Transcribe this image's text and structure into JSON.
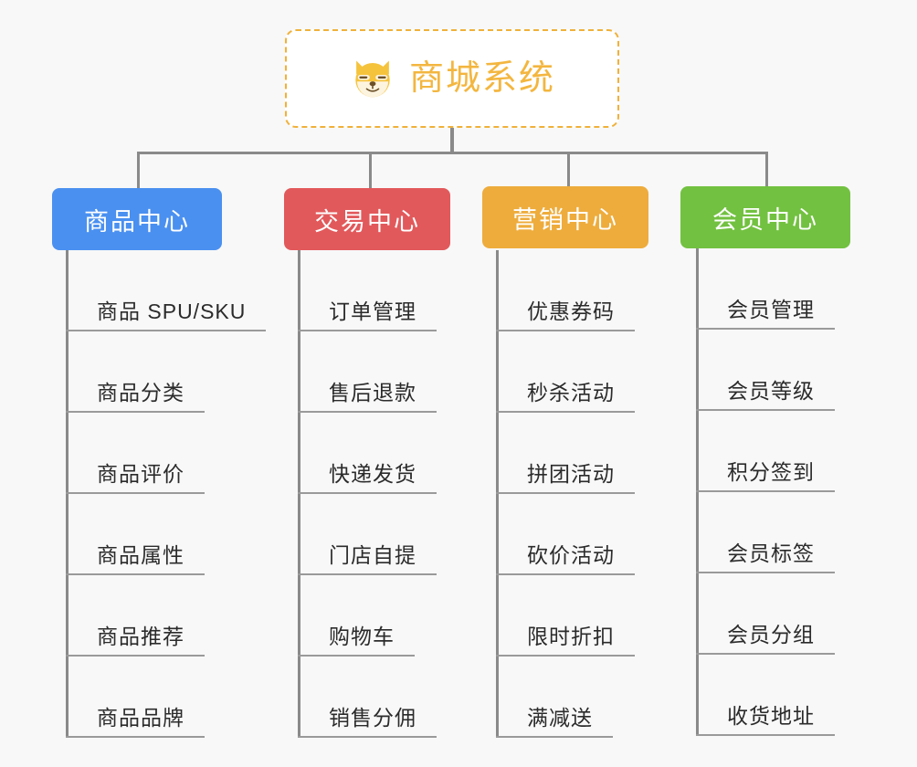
{
  "canvas": {
    "background": "#f8f8f8",
    "line_color": "#8a8a8a",
    "leaf_rule_color": "#9a9a9a"
  },
  "root": {
    "title": "商城系统",
    "icon": "shiba-dog-icon",
    "text_color": "#f3b63f",
    "border_color": "#f0b13a",
    "fill": "#ffffff"
  },
  "branches": [
    {
      "id": "product-center",
      "label": "商品中心",
      "color": "#4a90f0",
      "items": [
        {
          "label": "商品 SPU/SKU"
        },
        {
          "label": "商品分类"
        },
        {
          "label": "商品评价"
        },
        {
          "label": "商品属性"
        },
        {
          "label": "商品推荐"
        },
        {
          "label": "商品品牌"
        }
      ]
    },
    {
      "id": "trade-center",
      "label": "交易中心",
      "color": "#e2595b",
      "items": [
        {
          "label": "订单管理"
        },
        {
          "label": "售后退款"
        },
        {
          "label": "快递发货"
        },
        {
          "label": "门店自提"
        },
        {
          "label": "购物车"
        },
        {
          "label": "销售分佣"
        }
      ]
    },
    {
      "id": "marketing-center",
      "label": "营销中心",
      "color": "#eeac3c",
      "items": [
        {
          "label": "优惠券码"
        },
        {
          "label": "秒杀活动"
        },
        {
          "label": "拼团活动"
        },
        {
          "label": "砍价活动"
        },
        {
          "label": "限时折扣"
        },
        {
          "label": "满减送"
        }
      ]
    },
    {
      "id": "member-center",
      "label": "会员中心",
      "color": "#72c140",
      "items": [
        {
          "label": "会员管理"
        },
        {
          "label": "会员等级"
        },
        {
          "label": "积分签到"
        },
        {
          "label": "会员标签"
        },
        {
          "label": "会员分组"
        },
        {
          "label": "收货地址"
        }
      ]
    }
  ]
}
